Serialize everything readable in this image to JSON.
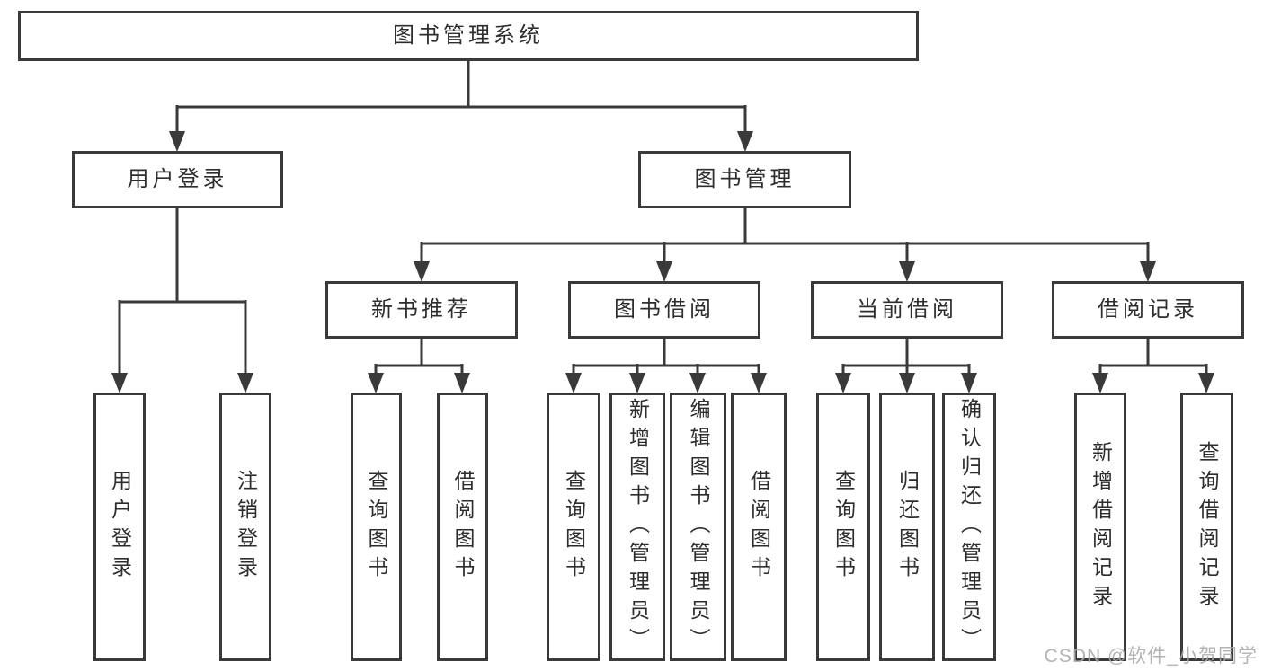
{
  "colors": {
    "line": "#3a3a3a",
    "text": "#2d2d2d",
    "bg": "#ffffff",
    "watermark": "#ababab"
  },
  "tree": {
    "label": "图书管理系统",
    "children": [
      {
        "label": "用户登录",
        "children": [
          {
            "label": "用户登录"
          },
          {
            "label": "注销登录"
          }
        ]
      },
      {
        "label": "图书管理",
        "children": [
          {
            "label": "新书推荐",
            "children": [
              {
                "label": "查询图书"
              },
              {
                "label": "借阅图书"
              }
            ]
          },
          {
            "label": "图书借阅",
            "children": [
              {
                "label": "查询图书"
              },
              {
                "label": "新增图书（管理员）"
              },
              {
                "label": "编辑图书（管理员）"
              },
              {
                "label": "借阅图书"
              }
            ]
          },
          {
            "label": "当前借阅",
            "children": [
              {
                "label": "查询图书"
              },
              {
                "label": "归还图书"
              },
              {
                "label": "确认归还（管理员）"
              }
            ]
          },
          {
            "label": "借阅记录",
            "children": [
              {
                "label": "新增借阅记录"
              },
              {
                "label": "查询借阅记录"
              }
            ]
          }
        ]
      }
    ]
  },
  "watermark": "CSDN @软件_小贺同学"
}
